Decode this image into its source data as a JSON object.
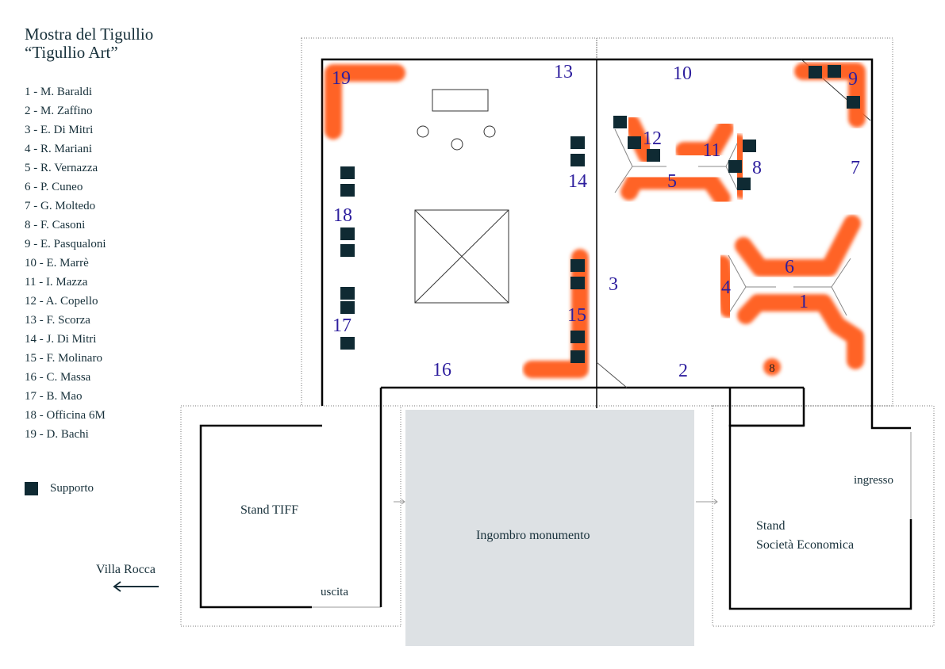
{
  "title": {
    "line1": "Mostra del Tigullio",
    "line2": "“Tigullio Art”"
  },
  "legend": [
    "1 - M. Baraldi",
    "2 - M. Zaffino",
    "3 - E. Di Mitri",
    "4 - R. Mariani",
    "5 - R. Vernazza",
    "6 - P. Cuneo",
    "7 - G. Moltedo",
    "8 - F. Casoni",
    "9 - E. Pasqualoni",
    "10 - E. Marrè",
    "11 - I. Mazza",
    "12 - A. Copello",
    "13 - F. Scorza",
    "14 - J. Di Mitri",
    "15 - F. Molinaro",
    "16 - C. Massa",
    "17 - B. Mao",
    "18 - Officina 6M",
    "19 - D. Bachi"
  ],
  "support_label": "Supporto",
  "map": {
    "numbers": {
      "n1": "1",
      "n2": "2",
      "n3": "3",
      "n4": "4",
      "n5": "5",
      "n6": "6",
      "n7": "7",
      "n8": "8",
      "n8b": "8",
      "n9": "9",
      "n10": "10",
      "n11": "11",
      "n12": "12",
      "n13": "13",
      "n14": "14",
      "n15": "15",
      "n16": "16",
      "n17": "17",
      "n18": "18",
      "n19": "19"
    },
    "stand_tiff": "Stand TIFF",
    "uscita": "uscita",
    "monument": "Ingombro monumento",
    "stand_line1": "Stand",
    "stand_line2": "Società Economica",
    "ingresso": "ingresso",
    "villa_rocca": "Villa Rocca"
  },
  "colors": {
    "exhibit": "#ff6326",
    "number": "#2e1f9e",
    "support": "#0f2a33",
    "monument": "#dde1e4"
  }
}
